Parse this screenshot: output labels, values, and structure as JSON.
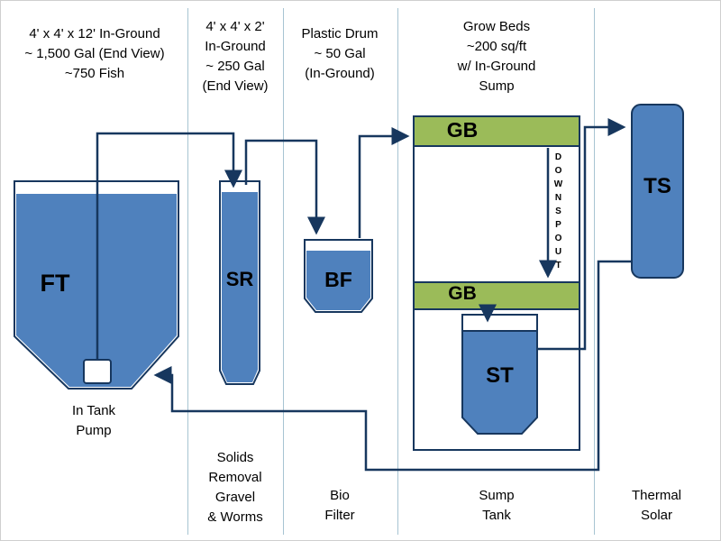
{
  "palette": {
    "tank_fill": "#4f81bd",
    "outline": "#17375e",
    "grow_bed_green": "#9bbb59",
    "divider": "#a7c4d2"
  },
  "fish_tank": {
    "header": [
      "4' x 4' x 12' In-Ground",
      "~ 1,500 Gal (End View)",
      "~750 Fish"
    ],
    "label": "FT",
    "pump_caption": [
      "In Tank",
      "Pump"
    ]
  },
  "solids_removal": {
    "header": [
      "4' x 4' x 2'",
      "In-Ground",
      "~ 250 Gal",
      "(End View)"
    ],
    "label": "SR",
    "caption": [
      "Solids",
      "Removal",
      "Gravel",
      "& Worms"
    ]
  },
  "bio_filter": {
    "header": [
      "Plastic Drum",
      "~ 50 Gal",
      "(In-Ground)"
    ],
    "label": "BF",
    "caption": [
      "Bio",
      "Filter"
    ]
  },
  "grow_beds": {
    "header": [
      "Grow Beds",
      "~200 sq/ft",
      "w/ In-Ground",
      "Sump"
    ],
    "bed_label_top": "GB",
    "bed_label_bottom": "GB",
    "downspout": "DOWNSPOUT",
    "sump_label": "ST",
    "caption": [
      "Sump",
      "Tank"
    ]
  },
  "thermal_solar": {
    "label": "TS",
    "caption": [
      "Thermal",
      "Solar"
    ]
  }
}
